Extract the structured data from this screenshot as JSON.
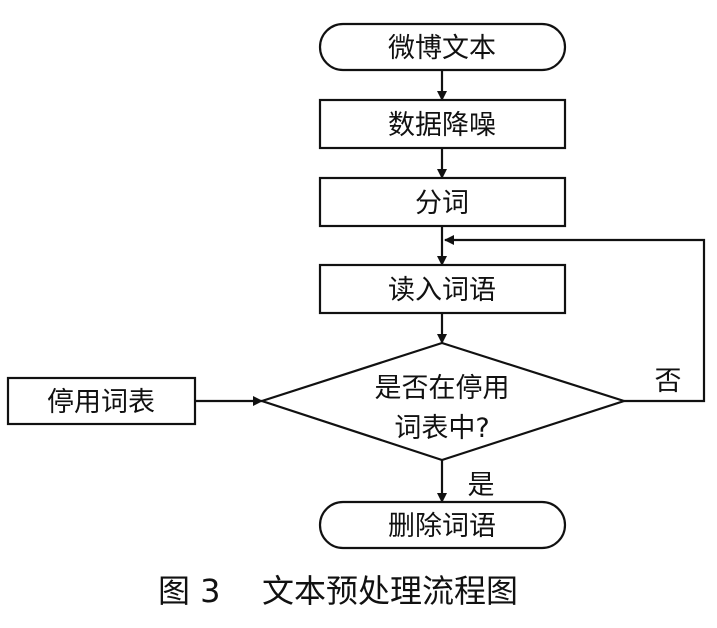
{
  "nodes": {
    "start": "微博文本",
    "denoise": "数据降噪",
    "segment": "分词",
    "read": "读入词语",
    "decision_line1": "是否在停用",
    "decision_line2": "词表中?",
    "stoplist": "停用词表",
    "delete": "删除词语"
  },
  "edges": {
    "no": "否",
    "yes": "是"
  },
  "caption": {
    "number": "图 3",
    "title": "文本预处理流程图"
  }
}
